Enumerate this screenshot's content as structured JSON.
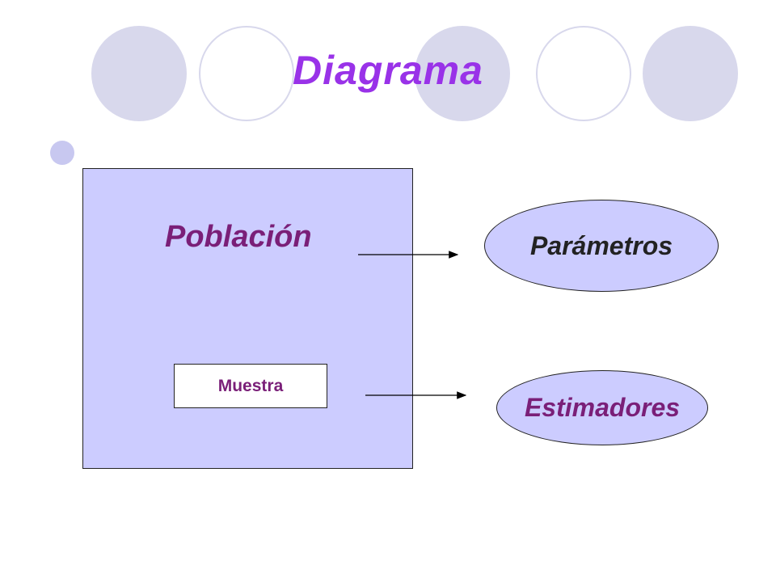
{
  "title": "Diagrama",
  "diagram": {
    "population_label": "Población",
    "sample_label": "Muestra",
    "parameters_label": "Parámetros",
    "estimators_label": "Estimadores"
  },
  "colors": {
    "title": "#9932e8",
    "accent_text": "#7a1f78",
    "box_fill": "#ccccff",
    "decor": "#d8d8ec"
  }
}
